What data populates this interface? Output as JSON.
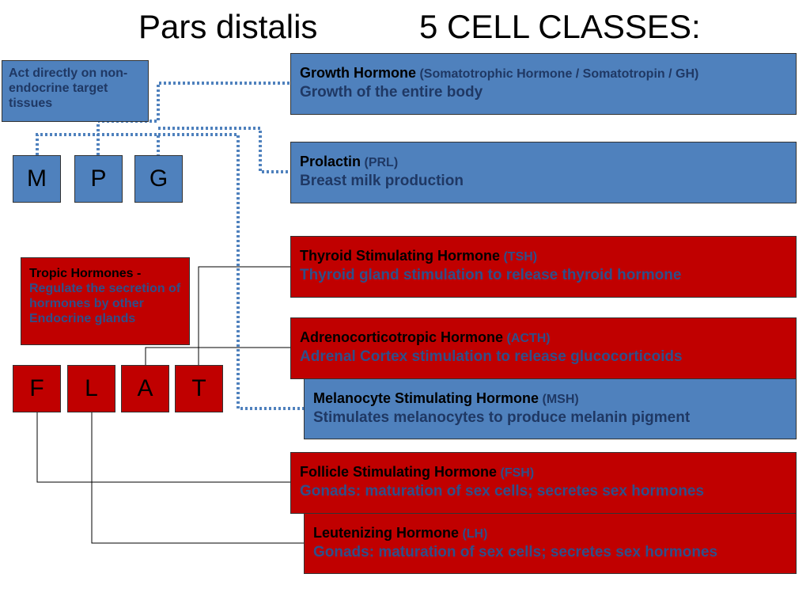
{
  "title": {
    "left": "Pars distalis",
    "right": "5 CELL CLASSES:"
  },
  "notes": {
    "direct": "Act directly on non-endocrine target tissues",
    "tropic_head": "Tropic Hormones - ",
    "tropic_body": "Regulate the secretion of hormones by other Endocrine glands"
  },
  "cells": {
    "blue": [
      "M",
      "P",
      "G"
    ],
    "red": [
      "F",
      "L",
      "A",
      "T"
    ]
  },
  "hormones": [
    {
      "name": "Growth Hormone",
      "abbr": "(Somatotrophic Hormone / Somatotropin / GH)",
      "desc": "Growth of the entire body",
      "color": "#4f81bd"
    },
    {
      "name": "Prolactin",
      "abbr": "(PRL)",
      "desc": "Breast milk production",
      "color": "#4f81bd"
    },
    {
      "name": "Thyroid Stimulating Hormone",
      "abbr": "(TSH)",
      "desc": "Thyroid gland stimulation to release thyroid hormone",
      "color": "#c00000"
    },
    {
      "name": "Adrenocorticotropic Hormone",
      "abbr": "(ACTH)",
      "desc": "Adrenal Cortex stimulation to release glucocorticoids",
      "color": "#c00000"
    },
    {
      "name": "Melanocyte Stimulating Hormone",
      "abbr": "(MSH)",
      "desc": "Stimulates melanocytes to produce melanin pigment",
      "color": "#4f81bd"
    },
    {
      "name": "Follicle Stimulating Hormone",
      "abbr": "(FSH)",
      "desc": "Gonads: maturation of sex cells; secretes sex hormones",
      "color": "#c00000"
    },
    {
      "name": "Leutenizing Hormone",
      "abbr": "(LH)",
      "desc": "Gonads: maturation of sex cells; secretes sex hormones",
      "color": "#c00000"
    }
  ]
}
